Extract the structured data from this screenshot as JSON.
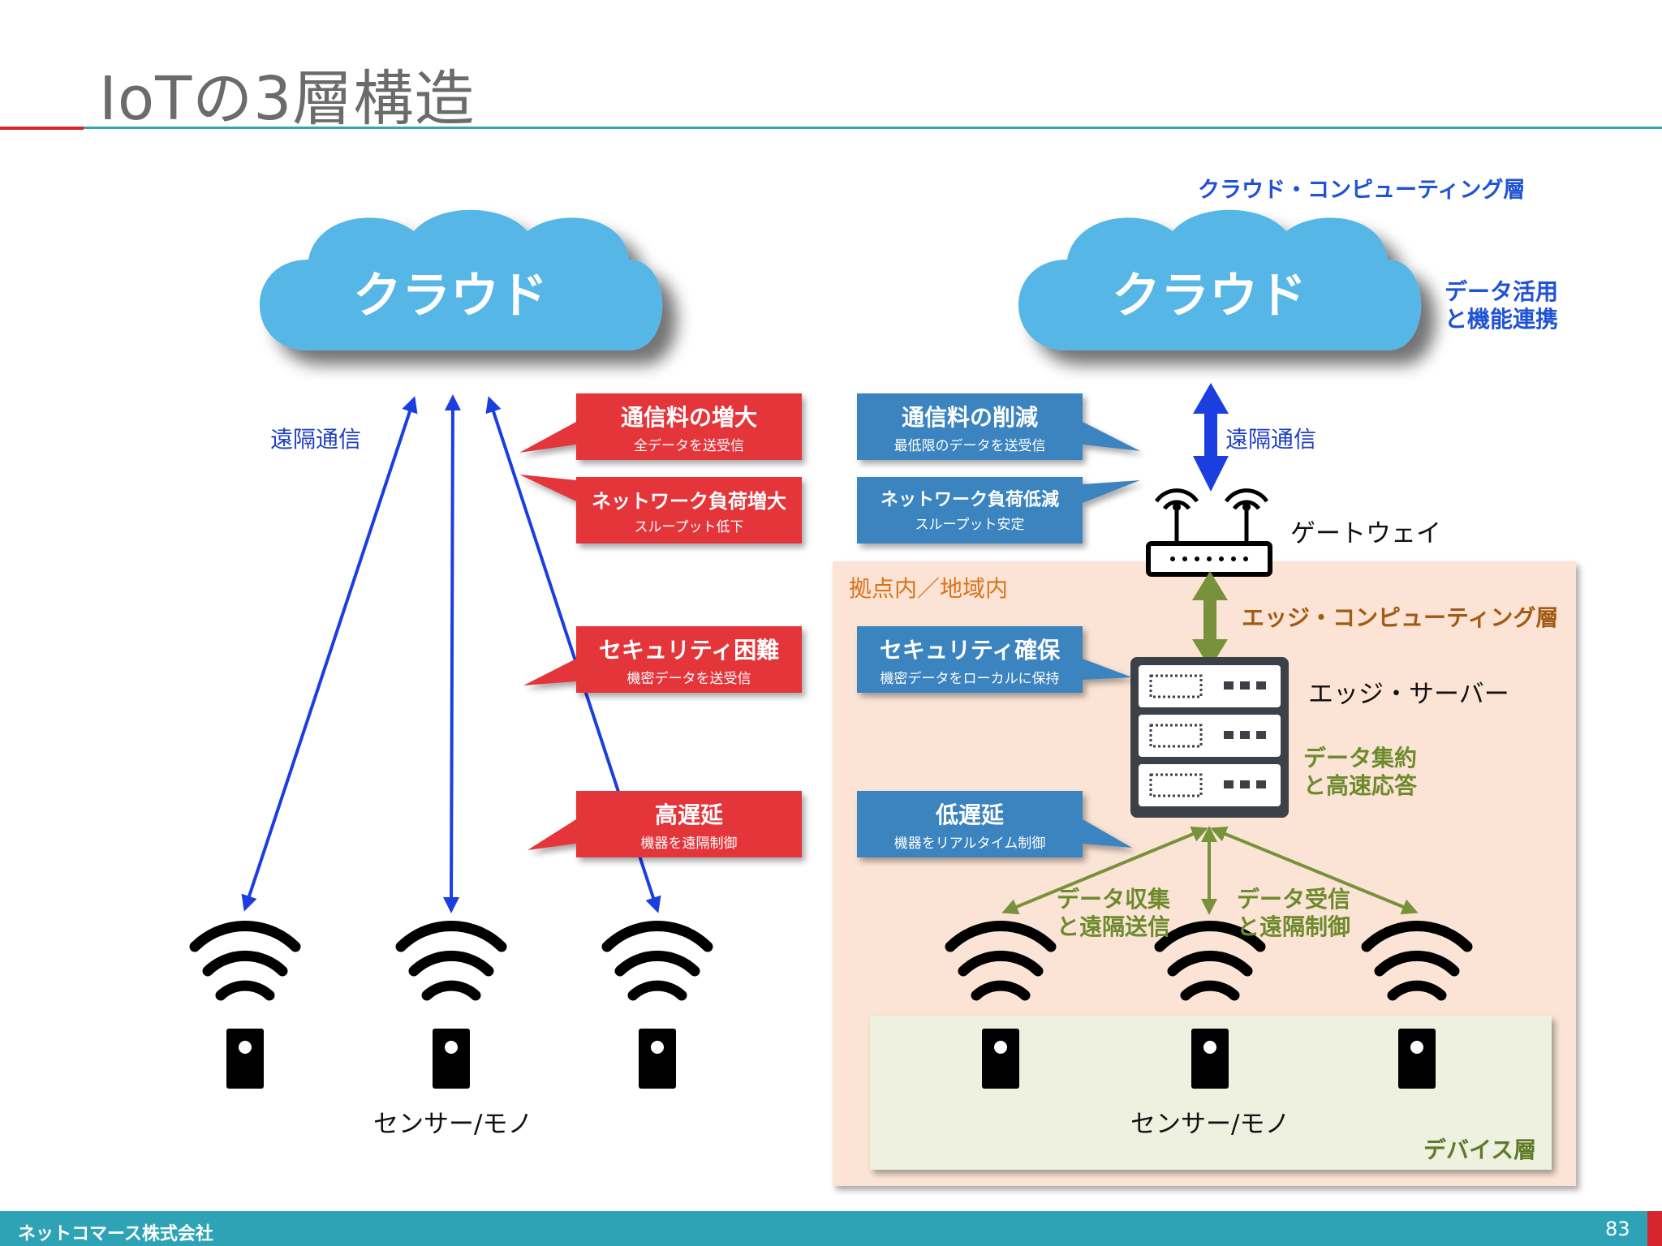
{
  "slide": {
    "title": "IoTの3層構造",
    "page_number": "83",
    "company": "ネットコマース株式会社"
  },
  "left": {
    "cloud_label": "クラウド",
    "remote_comm": "遠隔通信",
    "sensors_label": "センサー/モノ"
  },
  "callouts_bad": [
    {
      "main": "通信料の増大",
      "sub": "全データを送受信"
    },
    {
      "main": "ネットワーク負荷増大",
      "sub": "スループット低下"
    },
    {
      "main": "セキュリティ困難",
      "sub": "機密データを送受信"
    },
    {
      "main": "高遅延",
      "sub": "機器を遠隔制御"
    }
  ],
  "callouts_good": [
    {
      "main": "通信料の削減",
      "sub": "最低限のデータを送受信"
    },
    {
      "main": "ネットワーク負荷低減",
      "sub": "スループット安定"
    },
    {
      "main": "セキュリティ確保",
      "sub": "機密データをローカルに保持"
    },
    {
      "main": "低遅延",
      "sub": "機器をリアルタイム制御"
    }
  ],
  "right": {
    "cloud_layer": "クラウド・コンピューティング層",
    "cloud_label": "クラウド",
    "cloud_role_1": "データ活用",
    "cloud_role_2": "と機能連携",
    "remote_comm": "遠隔通信",
    "gateway": "ゲートウェイ",
    "site_label": "拠点内／地域内",
    "edge_layer": "エッジ・コンピューティング層",
    "edge_server": "エッジ・サーバー",
    "edge_role_1": "データ集約",
    "edge_role_2": "と高速応答",
    "collect_1": "データ収集",
    "collect_2": "と遠隔送信",
    "receive_1": "データ受信",
    "receive_2": "と遠隔制御",
    "sensors_label": "センサー/モノ",
    "device_layer": "デバイス層"
  },
  "colors": {
    "cloud": "#56b6e6",
    "bad": "#e4353a",
    "good": "#3a84bf",
    "edge_bg": "#fbe4d5",
    "device_bg": "#eef0e0",
    "green_arrow": "#77923a",
    "blue_arrow": "#1a3ee0",
    "accent_teal": "#2fa3b6",
    "accent_red": "#d4262c"
  },
  "icons": [
    "cloud-icon",
    "wifi-signal-icon",
    "sensor-device-icon",
    "router-icon",
    "server-rack-icon"
  ]
}
